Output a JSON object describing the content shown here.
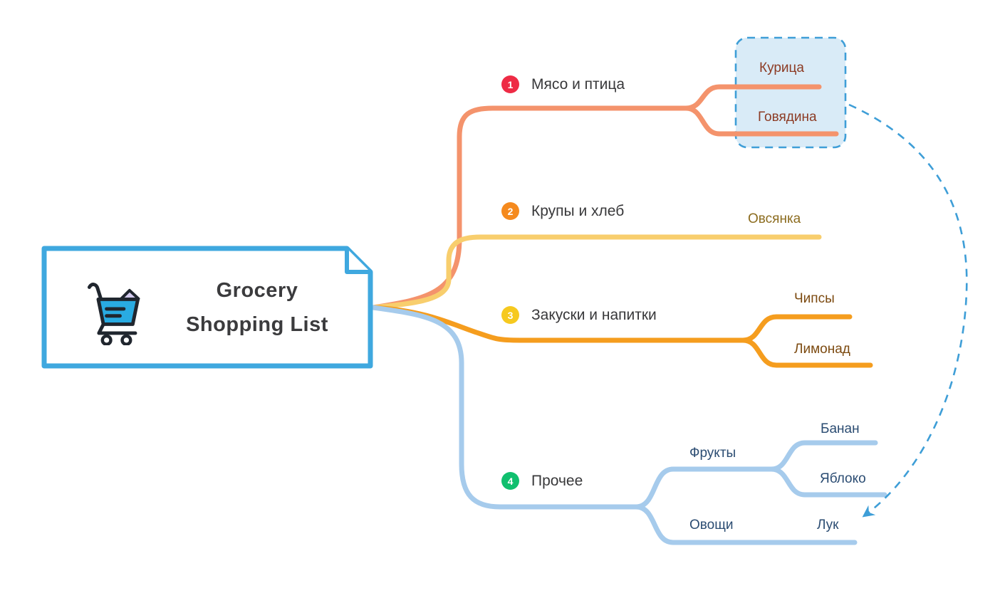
{
  "title": {
    "line1": "Grocery",
    "line2": "Shopping List"
  },
  "colors": {
    "node_border": "#3FA8DF",
    "title_text": "#3B3B3D",
    "branch_label_text": "#38383A",
    "highlight_box_fill": "#D9EBF7",
    "highlight_box_border": "#3E9ED7",
    "arrow": "#3E9ED7",
    "cart_blue": "#29ABE2",
    "cart_outline": "#20262E",
    "cart_item": "#D4CBEF"
  },
  "branches": [
    {
      "number": "1",
      "label": "Мясо и птица",
      "badge_color": "#EE2B45",
      "line_color": "#F4936C",
      "child_text_color": "#8C3B24",
      "children": [
        "Курица",
        "Говядина"
      ]
    },
    {
      "number": "2",
      "label": "Крупы и хлеб",
      "badge_color": "#F58A1E",
      "line_color": "#F8CE6D",
      "child_text_color": "#8C6C1F",
      "children": [
        "Овсянка"
      ]
    },
    {
      "number": "3",
      "label": "Закуски и напитки",
      "badge_color": "#F6C91F",
      "line_color": "#F59D1E",
      "child_text_color": "#7C4A10",
      "children": [
        "Чипсы",
        "Лимонад"
      ]
    },
    {
      "number": "4",
      "label": "Прочее",
      "badge_color": "#10BF6E",
      "line_color": "#A6CBEC",
      "child_text_color": "#2B4C72",
      "children": [
        {
          "label": "Фрукты",
          "children": [
            "Банан",
            "Яблоко"
          ]
        },
        {
          "label": "Овощи",
          "children": [
            "Лук"
          ]
        }
      ]
    }
  ]
}
